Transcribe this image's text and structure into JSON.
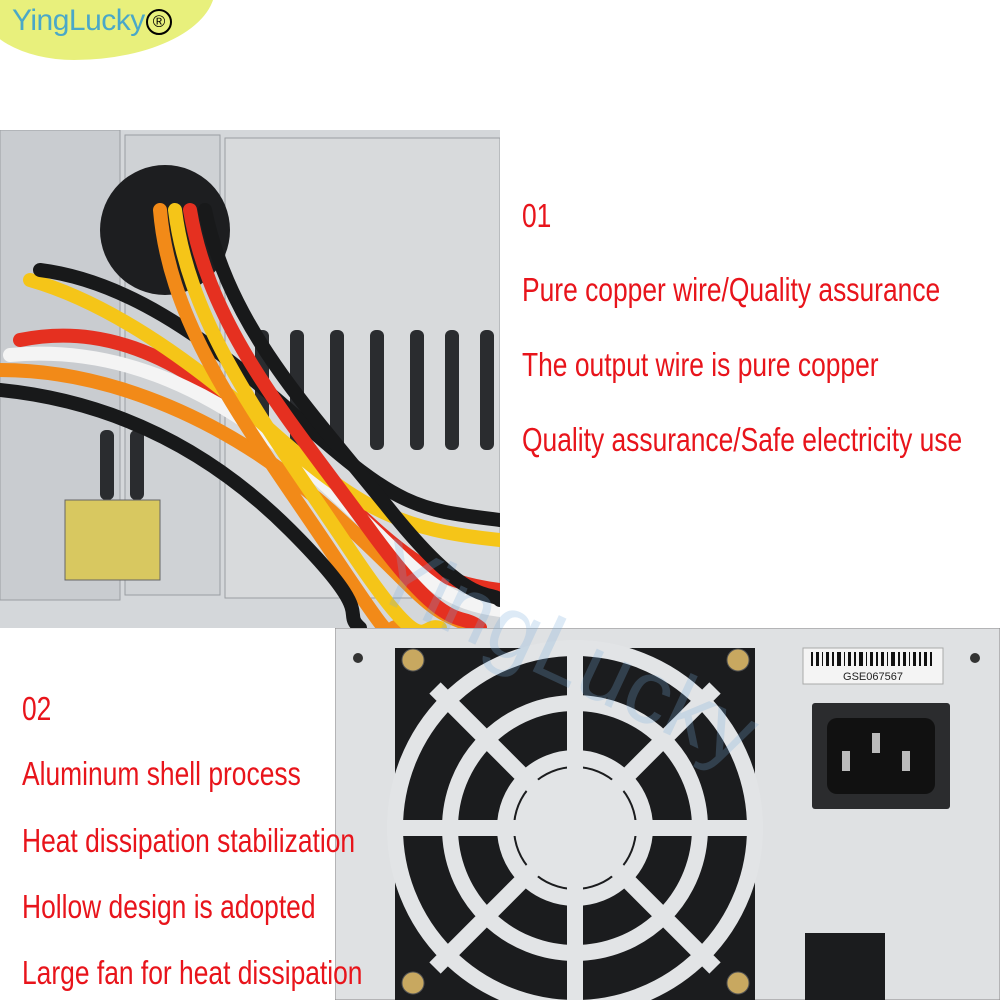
{
  "brand": {
    "name": "YingLucky",
    "mark": "®"
  },
  "watermark": "YingLucky",
  "section1": {
    "number": "01",
    "lines": [
      "Pure copper wire/Quality assurance",
      "The output wire is pure copper",
      "Quality assurance/Safe electricity use"
    ]
  },
  "section2": {
    "number": "02",
    "lines": [
      "Aluminum shell process",
      "Heat dissipation stabilization",
      "Hollow design is adopted",
      "Large fan for heat dissipation"
    ]
  },
  "label": {
    "serial": "GSE067567"
  },
  "colors": {
    "text": "#e8141b",
    "brand": "#4aa8c8",
    "brand_bg": "#e8f07c"
  }
}
